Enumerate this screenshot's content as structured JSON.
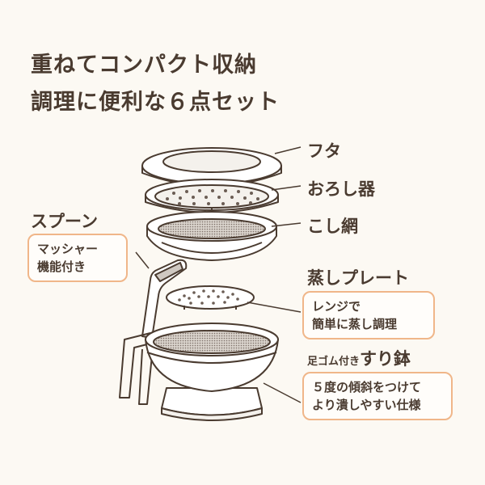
{
  "heading": {
    "line1": "重ねてコンパクト収納",
    "line2": "調理に便利な６点セット"
  },
  "parts": {
    "lid": "フタ",
    "grater": "おろし器",
    "strainer": "こし網",
    "spoon": {
      "label": "スプーン",
      "note": [
        "マッシャー",
        "機能付き"
      ]
    },
    "steam_plate": {
      "label": "蒸しプレート",
      "note": [
        "レンジで",
        "簡単に蒸し調理"
      ]
    },
    "bowl": {
      "prefix": "足ゴム付き",
      "label": "すり鉢",
      "note": [
        "５度の傾斜をつけて",
        "より潰しやすい仕様"
      ]
    }
  },
  "colors": {
    "accent": "#f0b689",
    "ink": "#4a3b30",
    "background": "#fcf9f3"
  }
}
